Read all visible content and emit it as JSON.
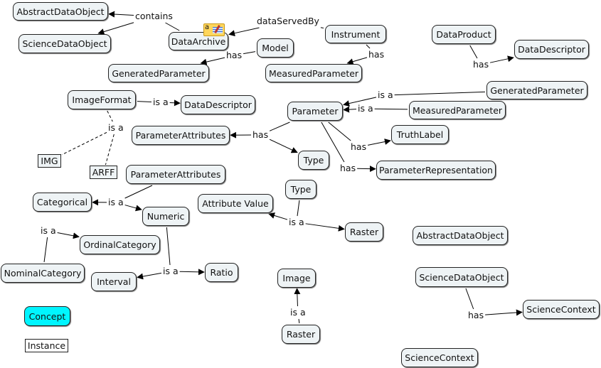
{
  "diagram": {
    "type": "concept-map",
    "nodes": [
      {
        "id": "n_abstract1",
        "label": "AbstractDataObject",
        "kind": "concept"
      },
      {
        "id": "n_science1",
        "label": "ScienceDataObject",
        "kind": "concept"
      },
      {
        "id": "n_dataarchive",
        "label": "DataArchive",
        "kind": "concept",
        "has_note_icon": true
      },
      {
        "id": "n_instrument",
        "label": "Instrument",
        "kind": "concept"
      },
      {
        "id": "n_model",
        "label": "Model",
        "kind": "concept"
      },
      {
        "id": "n_genparam1",
        "label": "GeneratedParameter",
        "kind": "concept"
      },
      {
        "id": "n_measparam1",
        "label": "MeasuredParameter",
        "kind": "concept"
      },
      {
        "id": "n_dataproduct",
        "label": "DataProduct",
        "kind": "concept"
      },
      {
        "id": "n_datadesc1",
        "label": "DataDescriptor",
        "kind": "concept"
      },
      {
        "id": "n_imageformat",
        "label": "ImageFormat",
        "kind": "concept"
      },
      {
        "id": "n_datadesc2",
        "label": "DataDescriptor",
        "kind": "concept"
      },
      {
        "id": "n_genparam2",
        "label": "GeneratedParameter",
        "kind": "concept"
      },
      {
        "id": "n_measparam2",
        "label": "MeasuredParameter",
        "kind": "concept"
      },
      {
        "id": "n_parameter",
        "label": "Parameter",
        "kind": "concept"
      },
      {
        "id": "n_paramattr1",
        "label": "ParameterAttributes",
        "kind": "concept"
      },
      {
        "id": "n_truthlabel",
        "label": "TruthLabel",
        "kind": "concept"
      },
      {
        "id": "n_type1",
        "label": "Type",
        "kind": "concept"
      },
      {
        "id": "n_paramrep",
        "label": "ParameterRepresentation",
        "kind": "concept"
      },
      {
        "id": "n_img",
        "label": "IMG",
        "kind": "instance"
      },
      {
        "id": "n_arff",
        "label": "ARFF",
        "kind": "instance"
      },
      {
        "id": "n_paramattr2",
        "label": "ParameterAttributes",
        "kind": "concept"
      },
      {
        "id": "n_categorical",
        "label": "Categorical",
        "kind": "concept"
      },
      {
        "id": "n_numeric",
        "label": "Numeric",
        "kind": "concept"
      },
      {
        "id": "n_attrvalue",
        "label": "Attribute Value",
        "kind": "concept"
      },
      {
        "id": "n_type2",
        "label": "Type",
        "kind": "concept"
      },
      {
        "id": "n_raster1",
        "label": "Raster",
        "kind": "concept"
      },
      {
        "id": "n_ordinal",
        "label": "OrdinalCategory",
        "kind": "concept"
      },
      {
        "id": "n_nominal",
        "label": "NominalCategory",
        "kind": "concept"
      },
      {
        "id": "n_interval",
        "label": "Interval",
        "kind": "concept"
      },
      {
        "id": "n_ratio",
        "label": "Ratio",
        "kind": "concept"
      },
      {
        "id": "n_abstract2",
        "label": "AbstractDataObject",
        "kind": "concept"
      },
      {
        "id": "n_image",
        "label": "Image",
        "kind": "concept"
      },
      {
        "id": "n_science2",
        "label": "ScienceDataObject",
        "kind": "concept"
      },
      {
        "id": "n_sciencectx1",
        "label": "ScienceContext",
        "kind": "concept"
      },
      {
        "id": "n_raster2",
        "label": "Raster",
        "kind": "concept"
      },
      {
        "id": "n_sciencectx2",
        "label": "ScienceContext",
        "kind": "concept"
      }
    ],
    "link_labels": [
      {
        "id": "l_contains",
        "label": "contains"
      },
      {
        "id": "l_dataservedby",
        "label": "dataServedBy"
      },
      {
        "id": "l_has_model",
        "label": "has"
      },
      {
        "id": "l_has_instrument",
        "label": "has"
      },
      {
        "id": "l_has_dataproduct",
        "label": "has"
      },
      {
        "id": "l_isa_imageformat",
        "label": "is a"
      },
      {
        "id": "l_isa_instances",
        "label": "is a"
      },
      {
        "id": "l_isa_genparam",
        "label": "is a"
      },
      {
        "id": "l_isa_measparam",
        "label": "is a"
      },
      {
        "id": "l_has_param_attr",
        "label": "has"
      },
      {
        "id": "l_has_truth",
        "label": "has"
      },
      {
        "id": "l_has_rep",
        "label": "has"
      },
      {
        "id": "l_isa_paramattr",
        "label": "is a"
      },
      {
        "id": "l_isa_type",
        "label": "is a"
      },
      {
        "id": "l_isa_categorical",
        "label": "is a"
      },
      {
        "id": "l_isa_numeric",
        "label": "is a"
      },
      {
        "id": "l_isa_raster",
        "label": "is a"
      },
      {
        "id": "l_has_science",
        "label": "has"
      }
    ],
    "connections": [
      {
        "from": "n_dataarchive",
        "via": "l_contains",
        "to": [
          "n_abstract1",
          "n_science1"
        ]
      },
      {
        "from": "n_instrument",
        "via": "l_dataservedby",
        "to": [
          "n_dataarchive"
        ]
      },
      {
        "from": "n_model",
        "via": "l_has_model",
        "to": [
          "n_genparam1"
        ]
      },
      {
        "from": "n_instrument",
        "via": "l_has_instrument",
        "to": [
          "n_measparam1"
        ]
      },
      {
        "from": "n_dataproduct",
        "via": "l_has_dataproduct",
        "to": [
          "n_datadesc1"
        ]
      },
      {
        "from": "n_imageformat",
        "via": "l_isa_imageformat",
        "to": [
          "n_datadesc2"
        ]
      },
      {
        "from": "n_imageformat",
        "via": "l_isa_instances",
        "to": [
          "n_img",
          "n_arff"
        ],
        "style": "dashed"
      },
      {
        "from": "n_genparam2",
        "via": "l_isa_genparam",
        "to": [
          "n_parameter"
        ]
      },
      {
        "from": "n_measparam2",
        "via": "l_isa_measparam",
        "to": [
          "n_parameter"
        ]
      },
      {
        "from": "n_parameter",
        "via": "l_has_param_attr",
        "to": [
          "n_paramattr1",
          "n_type1"
        ]
      },
      {
        "from": "n_parameter",
        "via": "l_has_truth",
        "to": [
          "n_truthlabel"
        ]
      },
      {
        "from": "n_parameter",
        "via": "l_has_rep",
        "to": [
          "n_paramrep"
        ]
      },
      {
        "from": "n_paramattr2",
        "via": "l_isa_paramattr",
        "to": [
          "n_categorical",
          "n_numeric"
        ]
      },
      {
        "from": "n_type2",
        "via": "l_isa_type",
        "to": [
          "n_attrvalue",
          "n_raster1"
        ]
      },
      {
        "from": "n_nominal",
        "via": "l_isa_categorical",
        "to": [
          "n_ordinal"
        ]
      },
      {
        "from": "n_numeric",
        "via": "l_isa_numeric",
        "to": [
          "n_interval",
          "n_ratio"
        ]
      },
      {
        "from": "n_raster2",
        "via": "l_isa_raster",
        "to": [
          "n_image"
        ]
      },
      {
        "from": "n_science2",
        "via": "l_has_science",
        "to": [
          "n_sciencectx1"
        ]
      }
    ],
    "legend": [
      {
        "label": "Concept",
        "kind": "concept",
        "color": "#00f5ff"
      },
      {
        "label": "Instance",
        "kind": "instance",
        "color": "#ffffff"
      }
    ],
    "colors": {
      "concept_fill": "#eef3f5",
      "legend_concept_fill": "#00f5ff",
      "note_icon": "#ffd65c"
    }
  }
}
